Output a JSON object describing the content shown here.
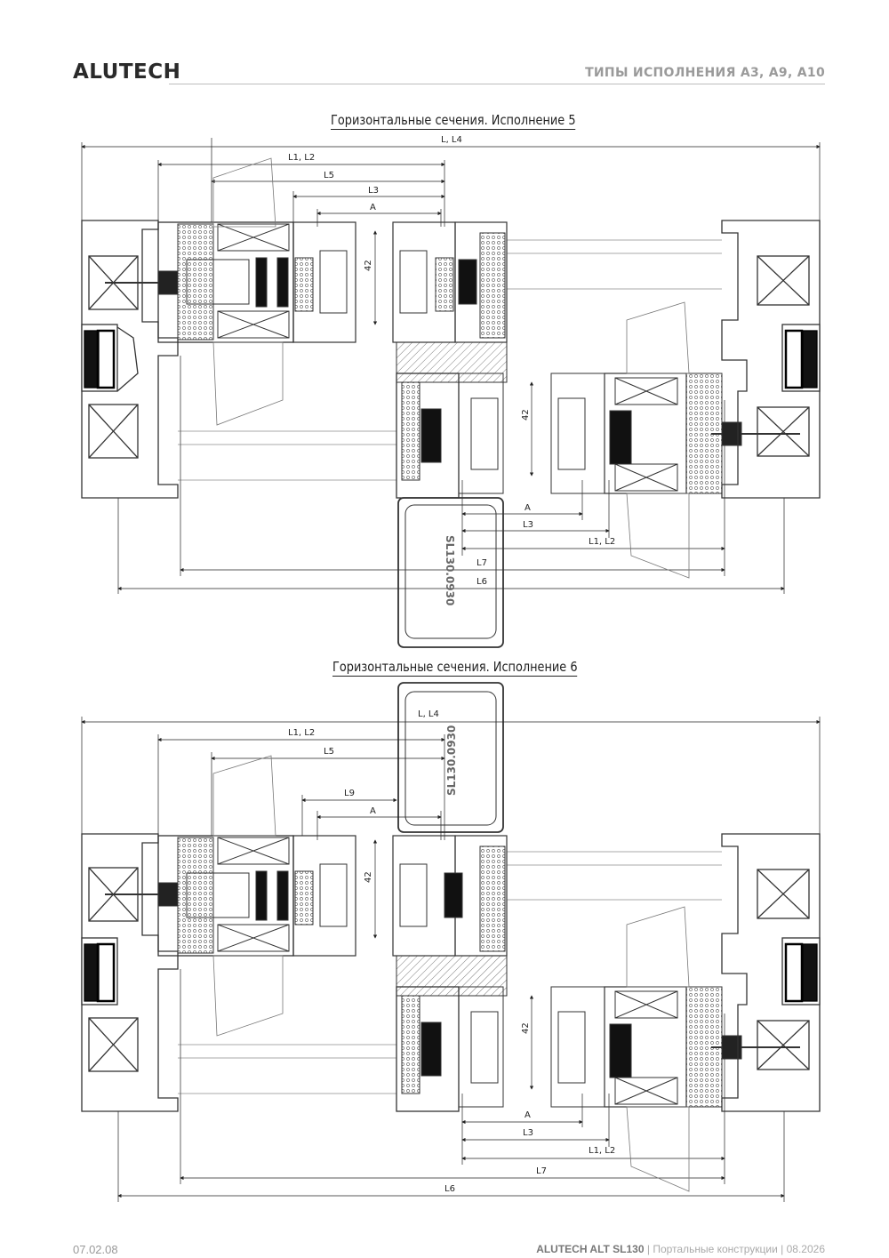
{
  "header": {
    "brand": "ALUTECH",
    "section": "ТИПЫ ИСПОЛНЕНИЯ А3, А9, А10"
  },
  "sections": [
    {
      "title": "Горизонтальные сечения. Исполнение 5",
      "dims": {
        "L_L4": "L, L4",
        "L1_L2_top": "L1, L2",
        "L5": "L5",
        "L3_top": "L3",
        "A_top": "A",
        "d42_left": "42",
        "d42_right": "42",
        "A_bottom": "A",
        "L3_bottom": "L3",
        "L1_L2_bottom": "L1, L2",
        "L7": "L7",
        "L6": "L6"
      },
      "profile_code": "SL130.0930"
    },
    {
      "title": "Горизонтальные сечения. Исполнение 6",
      "dims": {
        "L_L4": "L, L4",
        "L1_L2_top": "L1, L2",
        "L5": "L5",
        "L9": "L9",
        "A_top": "A",
        "d42_left": "42",
        "d42_right": "42",
        "A_bottom": "A",
        "L3_bottom": "L3",
        "L1_L2_bottom": "L1, L2",
        "L7": "L7",
        "L6": "L6"
      },
      "profile_code": "SL130.0930"
    }
  ],
  "footer": {
    "page_code": "07.02.08",
    "product": "ALUTECH ALT SL130",
    "rest": " | Портальные конструкции | 08.2026"
  }
}
